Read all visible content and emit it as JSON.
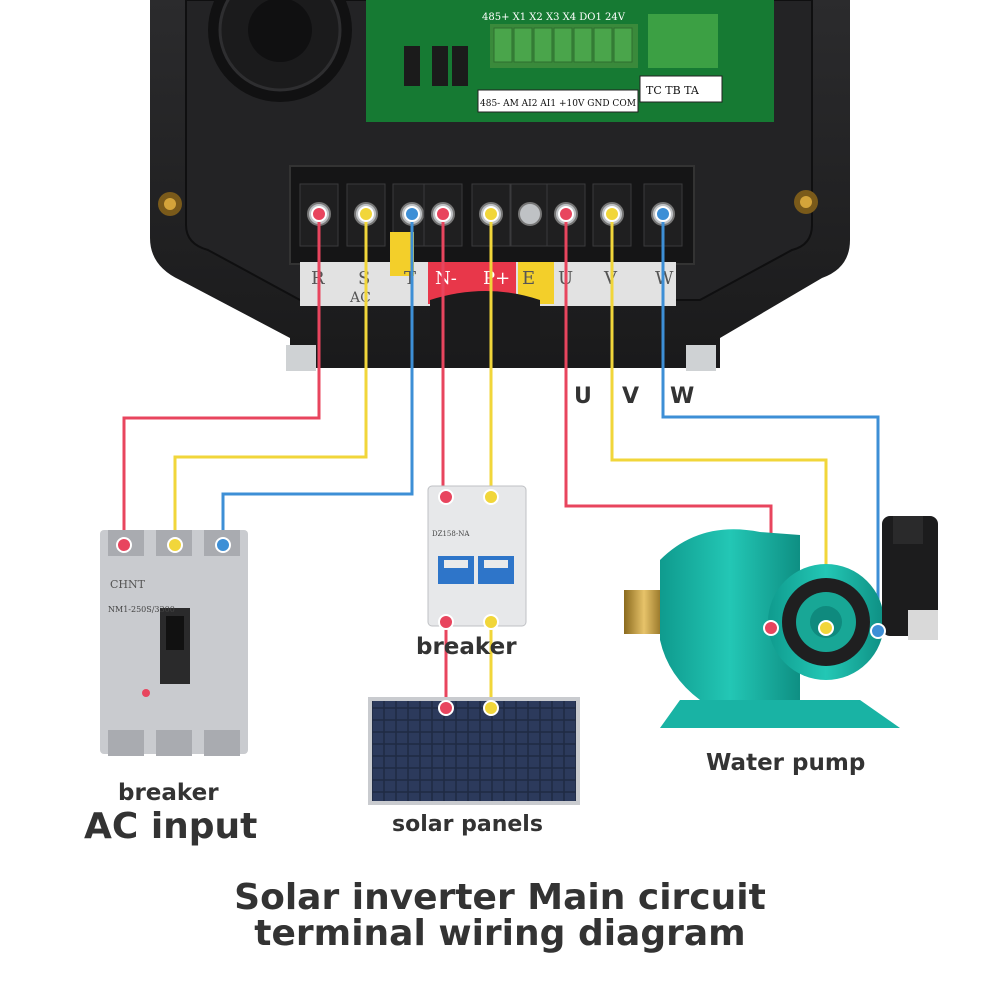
{
  "labels": {
    "uvw": [
      "U",
      "V",
      "W"
    ],
    "breaker_mid": "breaker",
    "water_pump": "Water pump",
    "solar_panels": "solar panels",
    "breaker_left": "breaker",
    "ac_input": "AC input"
  },
  "title": {
    "line1": "Solar inverter Main circuit",
    "line2": "terminal wiring diagram"
  },
  "terminal_block": {
    "labels": [
      "R",
      "S",
      "T",
      "N-",
      "P+",
      "E",
      "U",
      "V",
      "W"
    ],
    "group_label": "AC"
  },
  "control_board": {
    "top_row": [
      "485+",
      "X1",
      "X2",
      "X3",
      "X4",
      "DO1",
      "24V"
    ],
    "bottom_row": [
      "485-",
      "AM",
      "AI2",
      "AI1",
      "+10V",
      "GND",
      "COM"
    ],
    "relay": [
      "TC",
      "TB",
      "TA"
    ]
  },
  "breaker_3p": {
    "brand": "CHNT",
    "model": "NM1-250S/3300"
  },
  "breaker_2p": {
    "model": "DZ158-NA"
  },
  "colors": {
    "wire_red": "#e8455e",
    "wire_yellow": "#f1d63a",
    "wire_blue": "#3d8fd6",
    "pump_teal": "#17b3a4",
    "text": "#333333"
  },
  "icons": [
    "inverter-housing-icon",
    "terminal-block-icon",
    "breaker-3p-icon",
    "breaker-2p-icon",
    "solar-panel-icon",
    "water-pump-icon"
  ]
}
